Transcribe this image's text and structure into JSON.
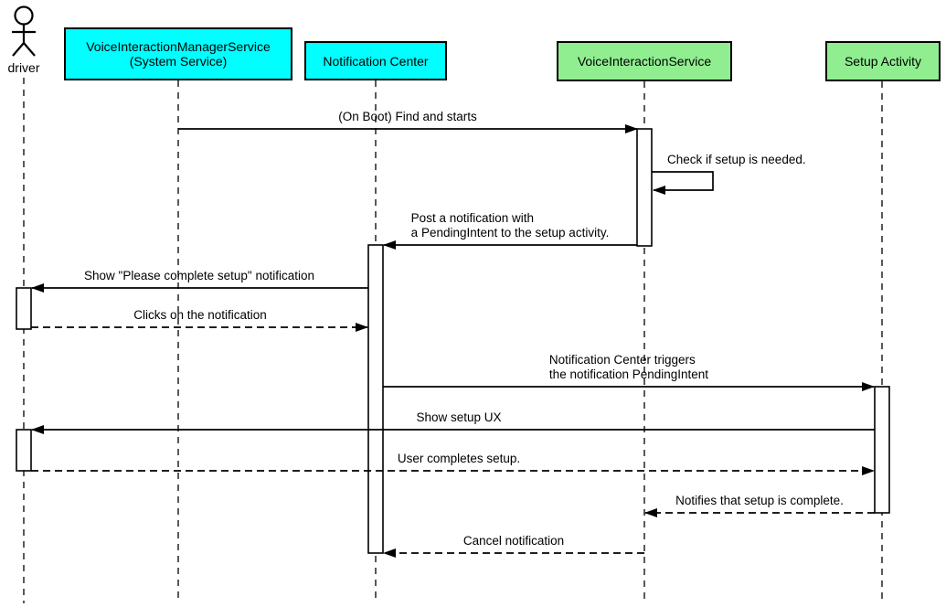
{
  "diagram_type": "uml-sequence-diagram",
  "colors": {
    "service_box_cyan": "#00FFFF",
    "service_box_green": "#90EE90",
    "line_black": "#000000",
    "background": "#FFFFFF"
  },
  "participants": [
    {
      "id": "driver",
      "type": "actor",
      "label": "driver"
    },
    {
      "id": "vims",
      "type": "box",
      "label_line1": "VoiceInteractionManagerService",
      "label_line2": "(System Service)",
      "fill": "#00FFFF"
    },
    {
      "id": "notification-center",
      "type": "box",
      "label": "Notification Center",
      "fill": "#00FFFF"
    },
    {
      "id": "voice-interaction-service",
      "type": "box",
      "label": "VoiceInteractionService",
      "fill": "#90EE90"
    },
    {
      "id": "setup-activity",
      "type": "box",
      "label": "Setup Activity",
      "fill": "#90EE90"
    }
  ],
  "messages": [
    {
      "n": 1,
      "text": "(On Boot) Find and starts",
      "from": "vims",
      "to": "voice-interaction-service",
      "line_style": "solid"
    },
    {
      "n": 2,
      "text": "Check if setup is needed.",
      "from": "voice-interaction-service",
      "to": "voice-interaction-service",
      "line_style": "solid-self"
    },
    {
      "n": 3,
      "line1": "Post a notification with",
      "line2": "a PendingIntent to the setup activity.",
      "from": "voice-interaction-service",
      "to": "notification-center",
      "line_style": "solid"
    },
    {
      "n": 4,
      "text": "Show \"Please complete setup\" notification",
      "from": "notification-center",
      "to": "driver",
      "line_style": "solid"
    },
    {
      "n": 5,
      "text": "Clicks on the notification",
      "from": "driver",
      "to": "notification-center",
      "line_style": "dashed"
    },
    {
      "n": 6,
      "line1": "Notification Center triggers",
      "line2": "the notification PendingIntent",
      "from": "notification-center",
      "to": "setup-activity",
      "line_style": "solid"
    },
    {
      "n": 7,
      "text": "Show setup UX",
      "from": "setup-activity",
      "to": "driver",
      "line_style": "solid"
    },
    {
      "n": 8,
      "text": "User completes setup.",
      "from": "driver",
      "to": "setup-activity",
      "line_style": "dashed"
    },
    {
      "n": 9,
      "text": "Notifies that setup is complete.",
      "from": "setup-activity",
      "to": "voice-interaction-service",
      "line_style": "dashed"
    },
    {
      "n": 10,
      "text": "Cancel notification",
      "from": "voice-interaction-service",
      "to": "notification-center",
      "line_style": "dashed"
    }
  ]
}
